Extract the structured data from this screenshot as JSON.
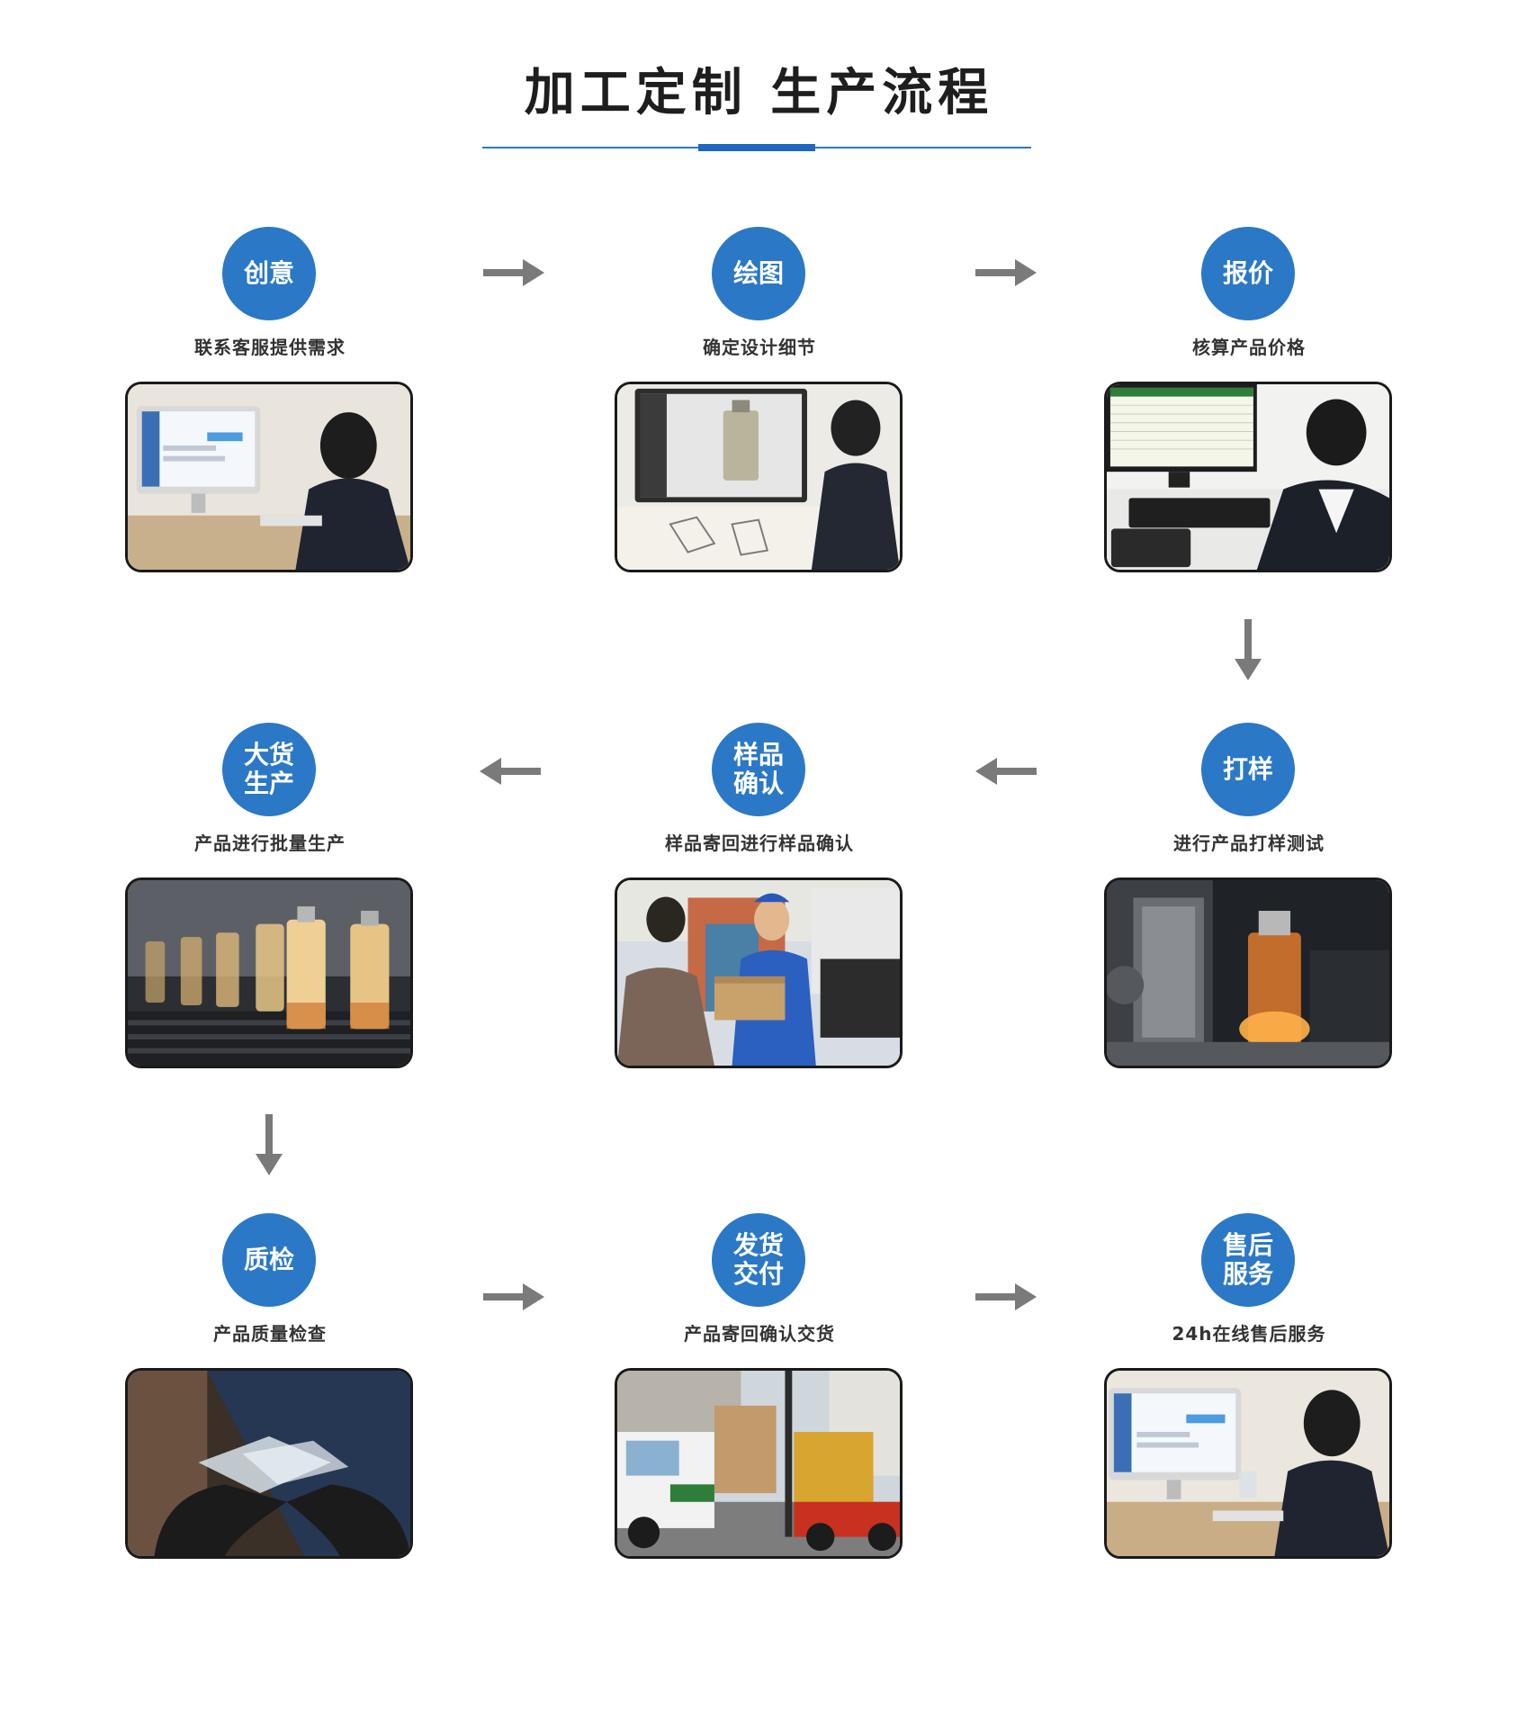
{
  "title": "加工定制 生产流程",
  "colors": {
    "accent": "#2b78c6",
    "arrow": "#7a7a7a"
  },
  "steps": [
    {
      "label": "创意",
      "desc": "联系客服提供需求",
      "photo": "customer-service-photo"
    },
    {
      "label": "绘图",
      "desc": "确定设计细节",
      "photo": "design-drawing-photo"
    },
    {
      "label": "报价",
      "desc": "核算产品价格",
      "photo": "quotation-photo"
    },
    {
      "label": "打样",
      "desc": "进行产品打样测试",
      "photo": "sample-molding-photo"
    },
    {
      "label": "样品确认",
      "label_lines": [
        "样品",
        "确认"
      ],
      "desc": "样品寄回进行样品确认",
      "photo": "sample-delivery-photo"
    },
    {
      "label": "大货生产",
      "label_lines": [
        "大货",
        "生产"
      ],
      "desc": "产品进行批量生产",
      "photo": "mass-production-photo"
    },
    {
      "label": "质检",
      "desc": "产品质量检查",
      "photo": "quality-inspection-photo"
    },
    {
      "label": "发货交付",
      "label_lines": [
        "发货",
        "交付"
      ],
      "desc": "产品寄回确认交货",
      "photo": "shipping-photo"
    },
    {
      "label": "售后服务",
      "label_lines": [
        "售后",
        "服务"
      ],
      "desc": "24h在线售后服务",
      "photo": "after-sales-photo"
    }
  ]
}
